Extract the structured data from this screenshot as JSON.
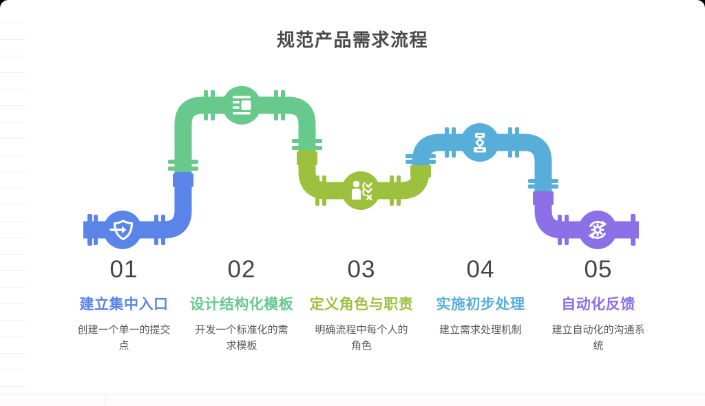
{
  "title": "规范产品需求流程",
  "steps": [
    {
      "number": "01",
      "title": "建立集中入口",
      "description": "创建一个单一的提交点",
      "color": "#5b84e8",
      "icon": "shield-entry-icon"
    },
    {
      "number": "02",
      "title": "设计结构化模板",
      "description": "开发一个标准化的需求模板",
      "color": "#67c98c",
      "icon": "structured-template-icon"
    },
    {
      "number": "03",
      "title": "定义角色与职责",
      "description": "明确流程中每个人的角色",
      "color": "#9dc13f",
      "icon": "roles-checklist-icon"
    },
    {
      "number": "04",
      "title": "实施初步处理",
      "description": "建立需求处理机制",
      "color": "#57afd9",
      "icon": "initial-processing-icon"
    },
    {
      "number": "05",
      "title": "自动化反馈",
      "description": "建立自动化的沟通系统",
      "color": "#8b70e8",
      "icon": "automation-sync-icon"
    }
  ],
  "colors": {
    "title_text": "#4a4a4a",
    "number_text": "#454545",
    "description_text": "#595959",
    "pipe_blue": "#5b84e8",
    "pipe_green": "#67c98c",
    "pipe_olive": "#9dc13f",
    "pipe_cyan": "#57afd9",
    "pipe_purple": "#8b70e8"
  }
}
